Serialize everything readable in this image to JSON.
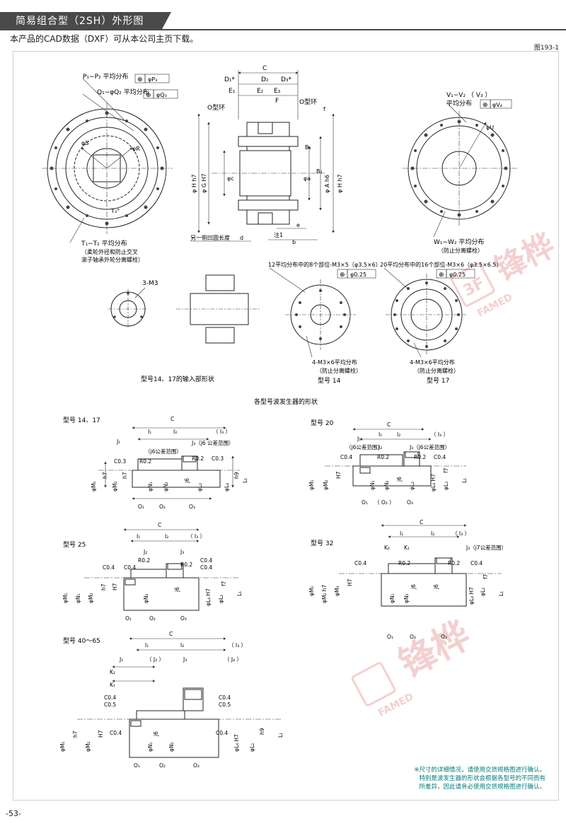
{
  "header": {
    "title": "简易组合型（2SH）外形图",
    "subtitle": "本产品的CAD数据（DXF）可从本公司主页下载。",
    "figure_no": "图193-1",
    "page_no": "-53-"
  },
  "left_circle": {
    "note1": "P₁−P₂ 平均分布",
    "tol1a": "⊕",
    "tol1b": "φP₃",
    "note2": "Q₁−φQ₂ 平均分布",
    "tol2a": "⊕",
    "tol2b": "φQ₃",
    "s_label": "φS",
    "r_label": "φR",
    "t3_label": "T₃°",
    "bottom_note": "T₁−T₂  平均分布",
    "bottom_sub1": "（柔轮外径和防止交叉",
    "bottom_sub2": "滚子轴承外轮分离螺栓）"
  },
  "section": {
    "c": "C",
    "d1": "D₁*",
    "d2": "D₂",
    "d3": "D₃*",
    "e1": "E₁",
    "e2": "E₂",
    "e3": "E₃",
    "f": "F",
    "oring1": "O型环",
    "oring2": "O型环",
    "f_small": "f",
    "b1": "B₁",
    "b2": "B₂",
    "pc": "φc",
    "pa": "φa",
    "h_h7": "φ H h7",
    "g_h7": "φ G H7",
    "a_h6": "φ A h6",
    "h_h7b": "φ H h7",
    "e_lbl": "e",
    "note1": "注1",
    "b_lbl": "b",
    "other_side": "另一侧凹圆长度",
    "d_lbl": "d"
  },
  "right_circle": {
    "note": "V₁−V₂  （  V₃  ）",
    "note2": "平均分布",
    "tol_a": "⊕",
    "tol_b": "φV₄",
    "u_label": "φU",
    "bottom_note": "W₁−W₂  平均分布",
    "bottom_sub": "（防止分离螺栓）"
  },
  "input_shape": {
    "hole_label": "3-M3",
    "caption": "型号14、17的输入部形状"
  },
  "model14": {
    "note": "12平均分布中的8个部位-M3×5（φ3.5×6）",
    "tol_a": "⊕",
    "tol_b": "φ0.25",
    "bottom": "4-M3×6平均分布",
    "bottom_sub": "（防止分离螺栓）",
    "caption": "型号 14"
  },
  "model17": {
    "note": "20平均分布中的16个部位-M3×6（φ3.5×6.5）",
    "tol_a": "⊕",
    "tol_b": "φ0.25",
    "bottom": "4-M3×6平均分布",
    "bottom_sub": "（防止分离螺栓）",
    "caption": "型号 17"
  },
  "wave_title": "各型号波发生器的形状",
  "wg14": {
    "label": "型号 14、17",
    "c": "C",
    "j1": "J₁",
    "i1": "I₁",
    "i2": "I₂",
    "i3": "（ I₃ ）",
    "j3": "J₃（j6 公差范围）",
    "j6range": "（j6公差范围）",
    "c03a": "C0.3",
    "r02a": "R0.2",
    "r02b": "R0.2",
    "c03b": "C0.3",
    "m1": "φM₁",
    "h7a": "h7",
    "m2": "φM₂",
    "h7b": "h7",
    "n1": "φN₁",
    "n2": "φN₂",
    "j6": "j6",
    "l2": "φL₂",
    "l4": "φL₄",
    "h9": "h9",
    "l1": "L₁",
    "o1": "O₁",
    "o2": "O₂",
    "o3": "O₃"
  },
  "wg20": {
    "label": "型号 20",
    "c": "C",
    "j1": "J₁",
    "i1": "I₁",
    "i2": "I₂",
    "i3": "（ I₃ ）",
    "j6l": "（j6公差范围）",
    "j2": "J₂",
    "j3": "J₃（j6公差范围）",
    "c04a": "C0.4",
    "r02a": "R0.2",
    "r02b": "R0.2",
    "c04b": "C0.4",
    "m1": "φM₁",
    "m2": "φM₂",
    "h7": "H7",
    "n1": "φN₁",
    "n2": "φN₂",
    "j6": "j6",
    "l2": "φL₂",
    "l4": "φL₄ H7",
    "l3": "φL₃",
    "f7": "f7",
    "l1": "L₁",
    "o1": "O₁",
    "o2": "（ O₂ ）",
    "o3": "O₃"
  },
  "wg25": {
    "label": "型号 25",
    "c": "C",
    "i1": "I₁",
    "i2": "I₂",
    "i3": "（ I₃ ）",
    "j2": "J₂",
    "j3": "J₃",
    "r02a": "R0.2",
    "r02b": "R0.2",
    "c04a": "C0.4",
    "c04b": "C0.4",
    "c04c": "C0.4",
    "c04d": "C0.4",
    "m1": "φM₁",
    "n1": "φN₁",
    "m2": "φM₂",
    "h7": "h7",
    "h7b": "H7",
    "n2": "φN₂",
    "j6": "j6",
    "l4": "φL₄ H7",
    "l2": "φL₂",
    "f7": "f7",
    "l1": "L₁",
    "o1": "O₁",
    "o2": "O₂",
    "o3": "O₃"
  },
  "wg32": {
    "label": "型号 32",
    "c": "C",
    "i1": "I₁",
    "i2": "I₂",
    "i3": "（ I₃ ）",
    "k2": "K₂",
    "k1": "K₁",
    "j3": "J₃（j7公差范围）",
    "c04a": "C0.4",
    "r02a": "R0.2",
    "r02b": "R0.2",
    "c04b": "C0.4",
    "m1": "φM₁",
    "m2": "φM₂ h7",
    "m3": "φM₃",
    "h7": "H7",
    "n1": "φN₁",
    "n2": "φN₂",
    "j6a": "j6",
    "j6b": "j6",
    "l4": "φL₄ H7",
    "l2": "φL₂",
    "f7": "f7",
    "l1": "L₁",
    "o1": "O₁",
    "o2": "O₂",
    "o3": "O₃"
  },
  "wg40": {
    "label": "型号 40～65",
    "c": "C",
    "i1": "I₁",
    "i2": "I₂",
    "i3": "（ I₃ ）",
    "j1": "J₁",
    "j2": "（ J₂ ）",
    "j3": "J₃",
    "j4": "（ J₄ ）",
    "k2": "K₂",
    "k1": "K₁",
    "c04a": "C0.4",
    "c05a": "C0.5",
    "c04b": "C0.4",
    "c05b": "C0.5",
    "c04c": "C0.4",
    "c04d": "C0.4",
    "m1": "φM₁",
    "h7": "h7",
    "m2": "φM₂",
    "h7b": "H7",
    "n1": "φN₁",
    "n2": "φN₂",
    "j6": "j6",
    "l4": "φL₄ H7",
    "l2": "φL₂",
    "h9": "h9",
    "l1": "L₁",
    "o1": "O₁",
    "o2": "O₂",
    "o3": "O₃"
  },
  "footnote": {
    "line1": "※尺寸的详细情况，请使用交货规格图进行确认。",
    "line2": "特别是波发生器的形状会根据各型号的不同而有",
    "line3": "所差异，因此请务必使用交货规格图进行确认。"
  },
  "watermark": {
    "brand": "锋桦",
    "latin": "FAMED",
    "mark": "3F"
  },
  "colors": {
    "fill": "#d7ecec",
    "accent": "#007a78",
    "header": "#4a4a4a",
    "watermark": "#f1c8c8"
  }
}
